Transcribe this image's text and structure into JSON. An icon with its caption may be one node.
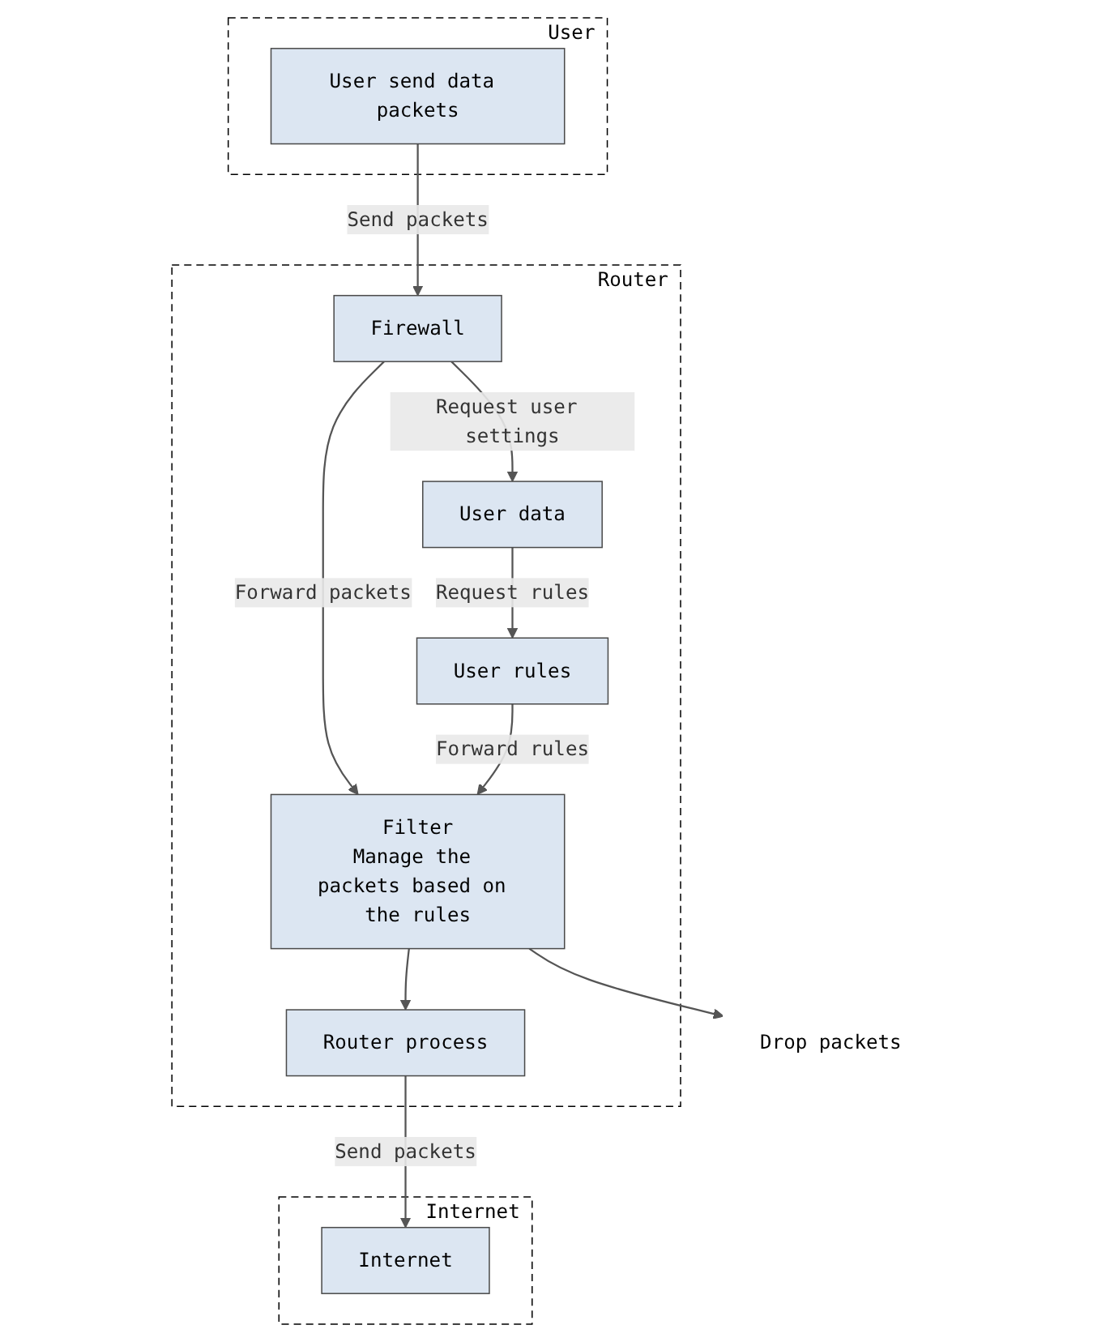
{
  "diagram": {
    "nodes": [
      {
        "text": [
          "User"
        ]
      },
      {
        "text": [
          "User send data packets"
        ],
        "in": 0
      },
      {
        "text": [
          "Router"
        ]
      },
      {
        "text": [
          "Firewall"
        ],
        "in": 2
      },
      {
        "text": [
          "User data"
        ],
        "in": 2
      },
      {
        "text": [
          "Filter",
          "Manage the packets based on the rules"
        ],
        "in": 2
      },
      {
        "text": [
          "User rules"
        ],
        "in": 2
      },
      {
        "text": [
          "Router process"
        ],
        "in": 2
      },
      {
        "text": [
          "Internet"
        ]
      },
      {
        "text": [
          "Internet"
        ],
        "in": 8
      },
      {
        "text": [
          "Drop packets"
        ]
      }
    ],
    "edges": [
      {
        "from": 1,
        "to": 3,
        "arrow": "to",
        "label": "Send packets"
      },
      {
        "from": 3,
        "to": 4,
        "arrow": "to",
        "label": "Request user settings"
      },
      {
        "from": 3,
        "to": 5,
        "arrow": "to",
        "label": "Forward packets"
      },
      {
        "from": 4,
        "to": 6,
        "arrow": "to",
        "label": "Request rules"
      },
      {
        "from": 6,
        "to": 5,
        "arrow": "to",
        "label": "Forward rules"
      },
      {
        "from": 5,
        "to": 10,
        "arrow": "to"
      },
      {
        "from": 5,
        "to": 7,
        "arrow": "to"
      },
      {
        "from": 7,
        "to": 9,
        "arrow": "to",
        "label": "Send packets"
      }
    ]
  }
}
